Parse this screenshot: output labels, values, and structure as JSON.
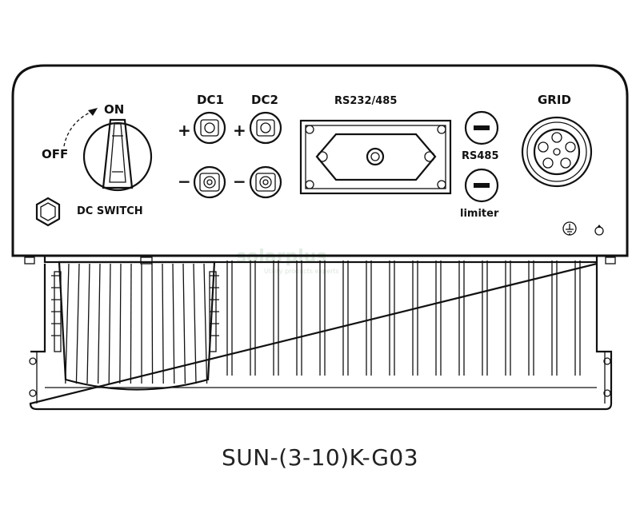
{
  "labels": {
    "dc1": "DC1",
    "dc2": "DC2",
    "rs232_485": "RS232/485",
    "grid": "GRID",
    "on": "ON",
    "off": "OFF",
    "dc_switch": "DC SWITCH",
    "rs485": "RS485",
    "limiter": "limiter",
    "plus": "+",
    "minus": "−"
  },
  "watermark": {
    "text": "solarplus",
    "tagline": "Utility products experts"
  },
  "caption": "SUN-(3-10)K-G03",
  "icons": [
    "ground-symbol-icon",
    "dc-switch-knob-icon",
    "cable-gland-icon",
    "mc4-connector-icon",
    "db-connector-icon",
    "grid-connector-icon"
  ]
}
